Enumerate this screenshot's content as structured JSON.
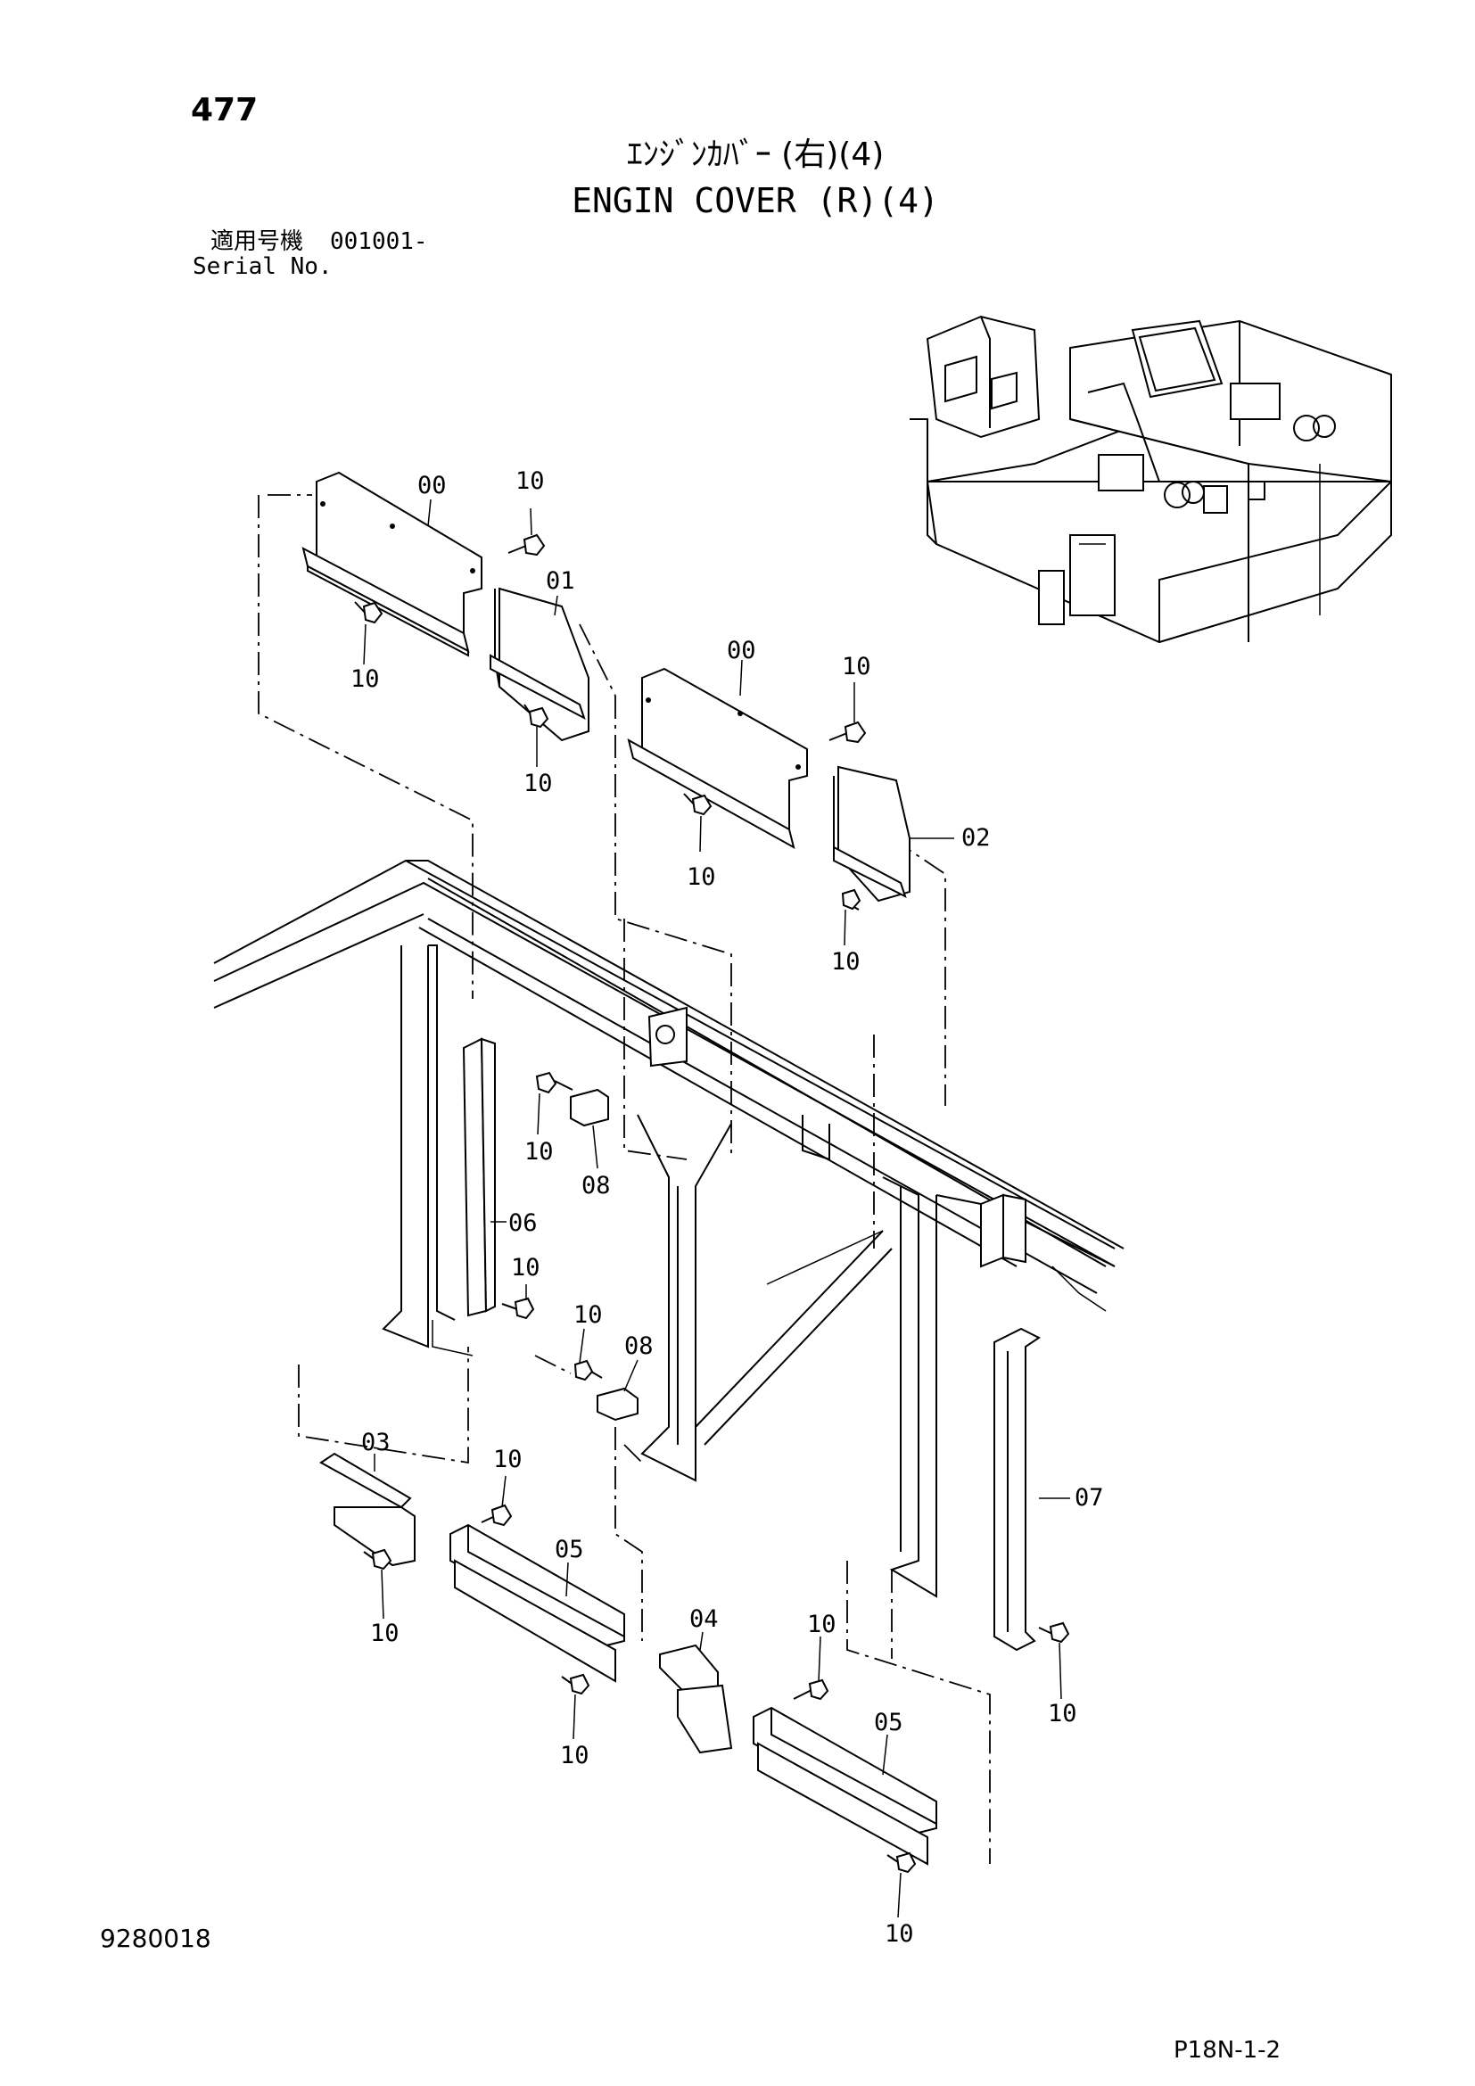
{
  "header": {
    "page_number": "477",
    "title_ja": "ｴﾝｼﾞﾝｶﾊﾞｰ (右)(4)",
    "title_en": "ENGIN COVER (R)(4)",
    "serial_label_ja": "適用号機",
    "serial_value": "001001-",
    "serial_label_en": "Serial No."
  },
  "footer": {
    "doc_number": "9280018",
    "page_code": "P18N-1-2"
  },
  "callouts": {
    "c1": "00",
    "c2": "10",
    "c3": "10",
    "c4": "01",
    "c5": "10",
    "c6": "00",
    "c7": "10",
    "c8": "10",
    "c9": "02",
    "c10": "10",
    "c11": "10",
    "c12": "08",
    "c13": "06",
    "c14": "10",
    "c15": "10",
    "c16": "08",
    "c17": "03",
    "c18": "10",
    "c19": "10",
    "c20": "05",
    "c21": "10",
    "c22": "07",
    "c23": "04",
    "c24": "10",
    "c25": "05",
    "c26": "10",
    "c27": "10"
  }
}
